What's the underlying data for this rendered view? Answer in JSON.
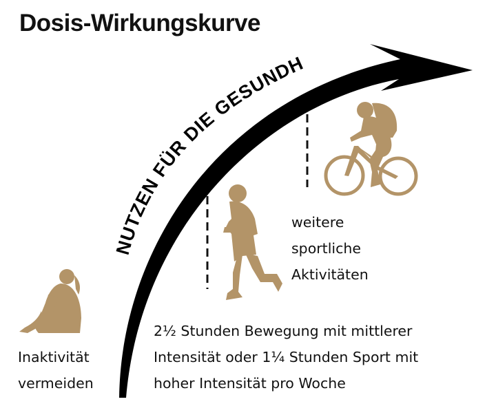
{
  "title": "Dosis-Wirkungskurve",
  "arrow_label": "NUTZEN FÜR DIE GESUNDHEIT",
  "colors": {
    "silhouette": "#b39468",
    "arrow": "#000000",
    "text": "#111111"
  },
  "stages": [
    {
      "figure": "sitting-person-icon",
      "lines": [
        "Inaktivität",
        "vermeiden"
      ]
    },
    {
      "figure": "runner-icon",
      "lines": [
        "2½ Stunden Bewegung mit mittlerer",
        "Intensität oder 1¼ Stunden Sport mit",
        "hoher Intensität pro Woche"
      ]
    },
    {
      "figure": "cyclist-icon",
      "lines": [
        "weitere",
        "sportliche",
        "Aktivitäten"
      ]
    }
  ]
}
